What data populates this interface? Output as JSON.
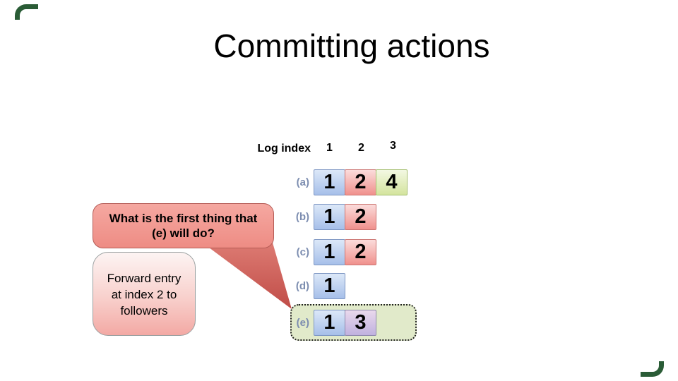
{
  "slide": {
    "title": "Committing actions",
    "log_table": {
      "index_label": "Log index",
      "column_headers": [
        "1",
        "2",
        "3"
      ],
      "rows": [
        {
          "label": "(a)",
          "highlighted": false,
          "cells": [
            {
              "value": "1",
              "color": "blue"
            },
            {
              "value": "2",
              "color": "red"
            },
            {
              "value": "4",
              "color": "green"
            }
          ]
        },
        {
          "label": "(b)",
          "highlighted": false,
          "cells": [
            {
              "value": "1",
              "color": "blue"
            },
            {
              "value": "2",
              "color": "red"
            }
          ]
        },
        {
          "label": "(c)",
          "highlighted": false,
          "cells": [
            {
              "value": "1",
              "color": "blue"
            },
            {
              "value": "2",
              "red_note": "",
              "color": "red"
            }
          ]
        },
        {
          "label": "(d)",
          "highlighted": false,
          "cells": [
            {
              "value": "1",
              "color": "blue"
            }
          ]
        },
        {
          "label": "(e)",
          "highlighted": true,
          "cells": [
            {
              "value": "1",
              "color": "blue"
            },
            {
              "value": "3",
              "color": "purple"
            }
          ]
        }
      ]
    },
    "question_bubble": {
      "lines": [
        "What is the first thing that",
        "(e) will do?"
      ]
    },
    "answer_box": {
      "lines": [
        "Forward entry",
        "at index 2 to",
        "followers"
      ]
    },
    "colors": {
      "cell_blue_top": "#dce8f8",
      "cell_blue_bottom": "#a6bfe9",
      "cell_blue_border": "#7e97c3",
      "cell_red_top": "#fbdcdb",
      "cell_red_bottom": "#f0918d",
      "cell_red_border": "#cc7673",
      "cell_green_top": "#f3f8e3",
      "cell_green_bottom": "#d4e49e",
      "cell_green_border": "#a6bf72",
      "cell_purple_top": "#ead9ec",
      "cell_purple_bottom": "#c0b1df",
      "cell_purple_border": "#8f89ad",
      "highlight_box_fill": "#e1eaca",
      "bubble_fill": "#f19a92",
      "bubble_border": "#b45b55",
      "answer_fill_top": "#fdf4f3",
      "answer_fill_bottom": "#f3a9a4",
      "row_label": "#7c8db0",
      "corner_decoration": "#2a5c36"
    }
  }
}
